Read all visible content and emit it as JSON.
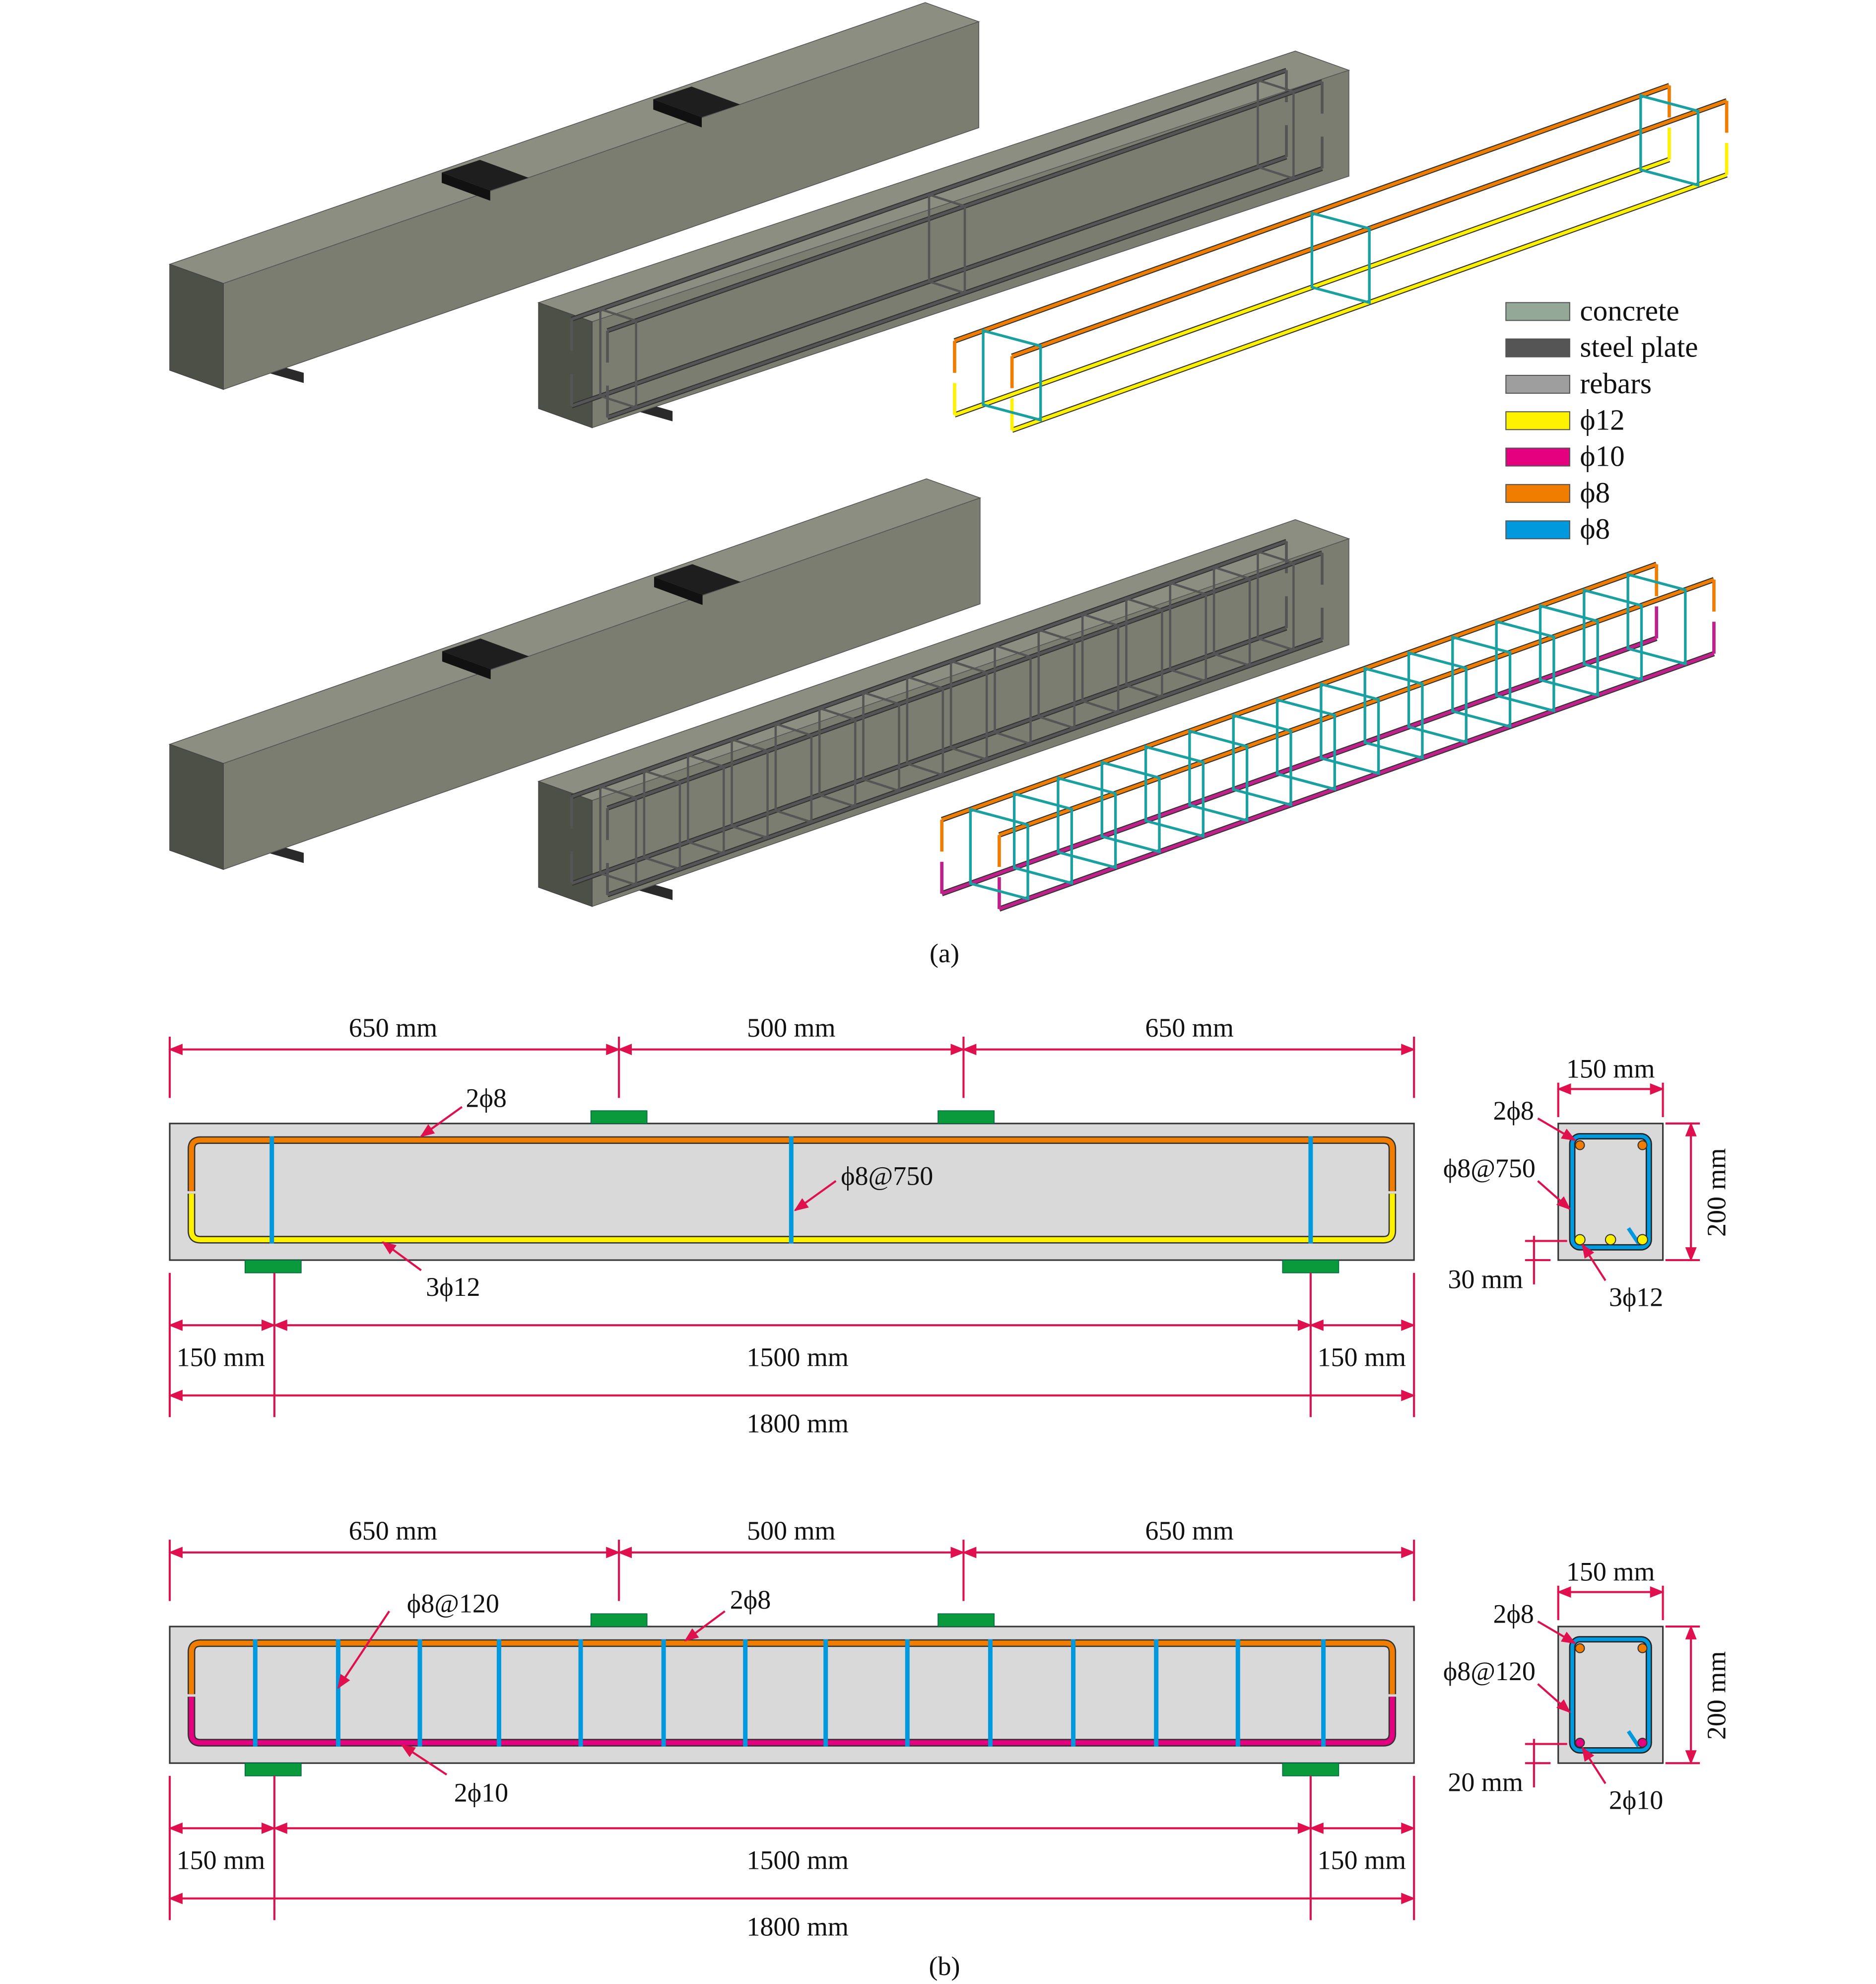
{
  "caption_a": "(a)",
  "caption_b": "(b)",
  "legend": [
    {
      "label": "concrete",
      "color": "#94a898"
    },
    {
      "label": "steel plate",
      "color": "#555555"
    },
    {
      "label": "rebars",
      "color": "#9e9e9e"
    },
    {
      "label": "ϕ12",
      "color": "#fff200"
    },
    {
      "label": "ϕ10",
      "color": "#e4007f"
    },
    {
      "label": "ϕ8",
      "color": "#f07c00"
    },
    {
      "label": "ϕ8",
      "color": "#0099dd"
    }
  ],
  "colors": {
    "dimension": "#e0104e",
    "section": "#d9d9d9",
    "plate": "#0a9a3c",
    "concrete": "#7d8070"
  },
  "beam1": {
    "top_dims": [
      "650 mm",
      "500 mm",
      "650 mm"
    ],
    "bottom_dims": [
      "150 mm",
      "1500 mm",
      "150 mm"
    ],
    "total": "1800 mm",
    "top_bar": "2ϕ8",
    "stirrup": "ϕ8@750",
    "bottom_bar": "3ϕ12",
    "section": {
      "width": "150 mm",
      "height": "200 mm",
      "cover": "30 mm",
      "top_bar": "2ϕ8",
      "stirrup": "ϕ8@750",
      "bottom_bar": "3ϕ12"
    }
  },
  "beam2": {
    "top_dims": [
      "650 mm",
      "500 mm",
      "650 mm"
    ],
    "bottom_dims": [
      "150 mm",
      "1500 mm",
      "150 mm"
    ],
    "total": "1800 mm",
    "top_bar": "2ϕ8",
    "stirrup": "ϕ8@120",
    "bottom_bar": "2ϕ10",
    "section": {
      "width": "150 mm",
      "height": "200 mm",
      "cover": "20 mm",
      "top_bar": "2ϕ8",
      "stirrup": "ϕ8@120",
      "bottom_bar": "2ϕ10"
    }
  }
}
